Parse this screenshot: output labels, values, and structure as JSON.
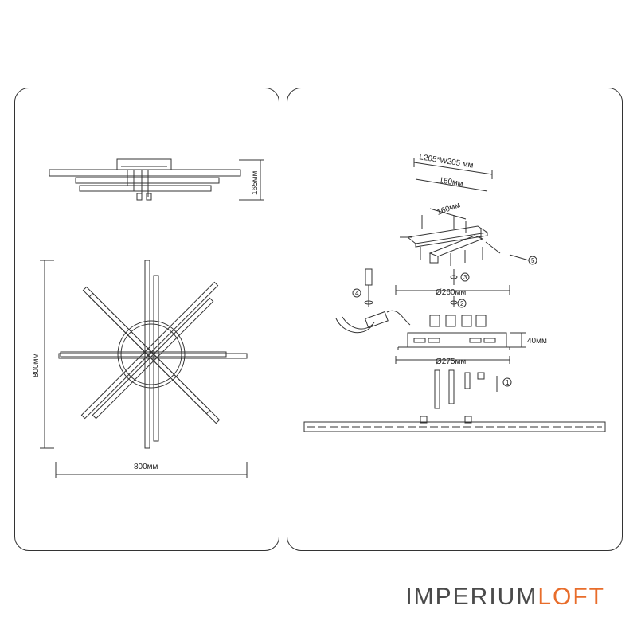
{
  "left": {
    "height_label": "165мм",
    "diameter_v_label": "800мм",
    "diameter_h_label": "800мм"
  },
  "right": {
    "plate_label": "L205*W205 мм",
    "mount_a_label": "160мм",
    "mount_b_label": "160мм",
    "ring_label": "Ø260мм",
    "base_label": "Ø275мм",
    "depth_label": "40мм",
    "steps": [
      "1",
      "2",
      "3",
      "4",
      "5"
    ]
  },
  "brand": {
    "part1": "IMPERIUM",
    "part2": "LOFT",
    "accent_color": "#e86d2b",
    "base_color": "#4a4a4a"
  }
}
